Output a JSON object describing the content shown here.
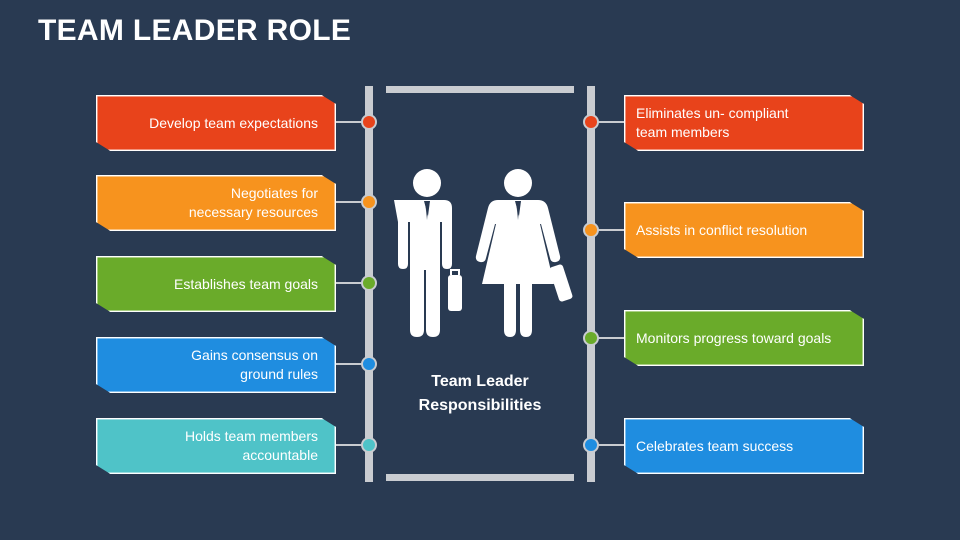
{
  "title": "TEAM LEADER ROLE",
  "center_label": "Team Leader Responsibilities",
  "left_items": [
    {
      "text": "Develop team expectations",
      "color": "#e8431b"
    },
    {
      "text": "Negotiates for necessary resources",
      "color": "#f7931e"
    },
    {
      "text": "Establishes team goals",
      "color": "#6aab2a"
    },
    {
      "text": "Gains consensus on ground rules",
      "color": "#1f8de0"
    },
    {
      "text": "Holds team members accountable",
      "color": "#4fc3c8"
    }
  ],
  "right_items": [
    {
      "text": "Eliminates un- compliant team members",
      "color": "#e8431b"
    },
    {
      "text": "Assists in conflict resolution",
      "color": "#f7931e"
    },
    {
      "text": "Monitors progress toward goals",
      "color": "#6aab2a"
    },
    {
      "text": "Celebrates team success",
      "color": "#1f8de0"
    }
  ],
  "icons": [
    "businessman-icon",
    "businesswoman-icon"
  ],
  "colors": {
    "background": "#293a52",
    "rail": "#c9ccd1"
  }
}
